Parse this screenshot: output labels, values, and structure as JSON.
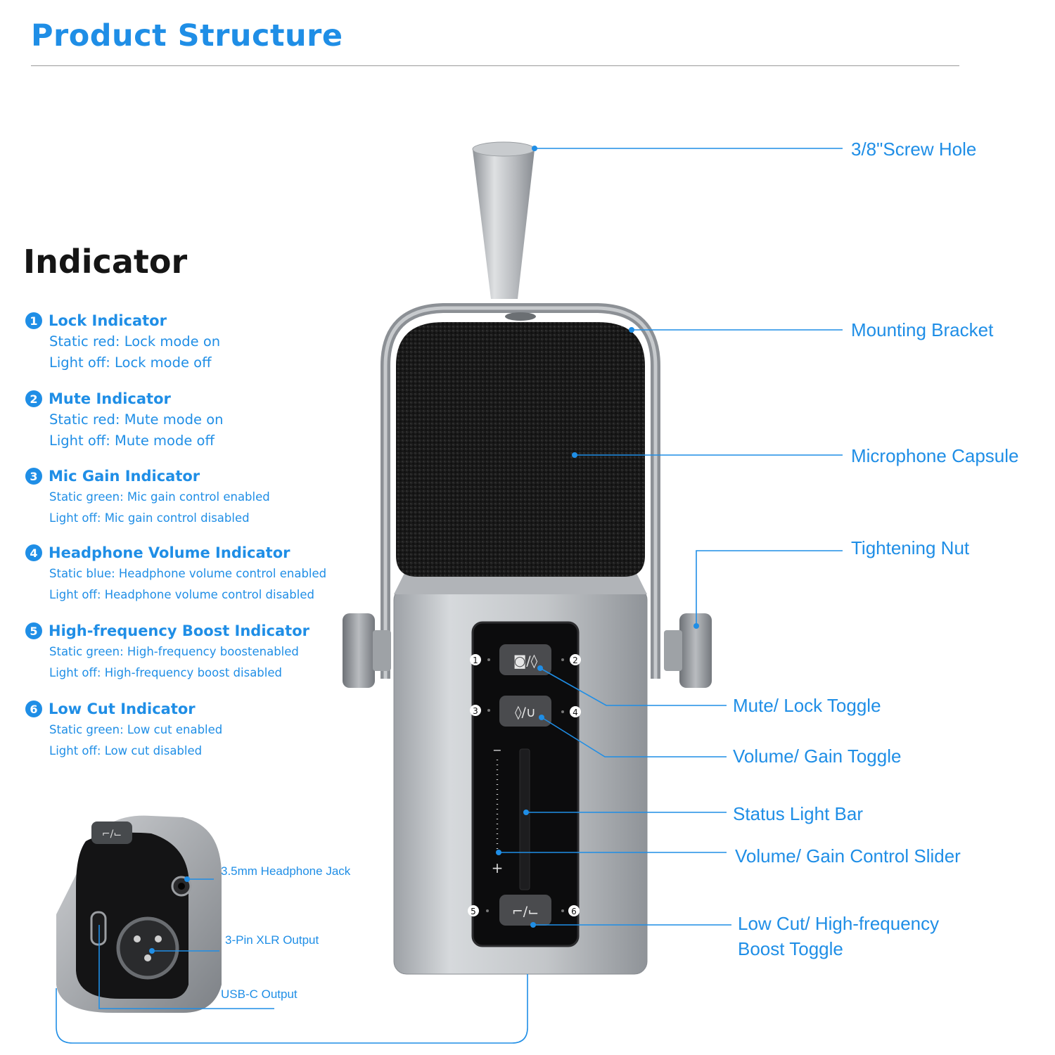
{
  "title": "Product Structure",
  "indicator": {
    "heading": "Indicator",
    "items": [
      {
        "number": "1",
        "name": "Lock Indicator",
        "lines": [
          "Static red: Lock mode on",
          "Light off: Lock mode off"
        ]
      },
      {
        "number": "2",
        "name": "Mute Indicator",
        "lines": [
          "Static red: Mute mode on",
          "Light off: Mute mode off"
        ]
      },
      {
        "number": "3",
        "name": "Mic Gain Indicator",
        "lines": [
          "Static green: Mic gain control enabled",
          "Light off: Mic gain control disabled"
        ]
      },
      {
        "number": "4",
        "name": "Headphone Volume Indicator",
        "lines": [
          "Static blue: Headphone volume control enabled",
          "Light off: Headphone volume control disabled"
        ]
      },
      {
        "number": "5",
        "name": "High-frequency Boost Indicator",
        "lines": [
          "Static green: High-frequency boostenabled",
          "Light off: High-frequency boost disabled"
        ]
      },
      {
        "number": "6",
        "name": "Low Cut Indicator",
        "lines": [
          "Static green: Low cut enabled",
          "Light off: Low cut disabled"
        ]
      }
    ]
  },
  "callouts": {
    "screw_hole": "3/8\"Screw Hole",
    "mounting_bracket": "Mounting Bracket",
    "microphone_capsule": "Microphone Capsule",
    "tightening_nut": "Tightening Nut",
    "mute_lock_toggle": "Mute/ Lock Toggle",
    "volume_gain_toggle": "Volume/ Gain Toggle",
    "status_light_bar": "Status Light Bar",
    "volume_gain_slider": "Volume/ Gain Control Slider",
    "lowcut_hf_toggle_line1": "Low Cut/ High-frequency",
    "lowcut_hf_toggle_line2": "Boost Toggle",
    "headphone_jack": "3.5mm Headphone Jack",
    "xlr_output": "3-Pin XLR Output",
    "usbc_output": "USB-C Output"
  },
  "panel": {
    "indicator_numbers": [
      "1",
      "2",
      "3",
      "4",
      "5",
      "6"
    ],
    "slider_minus": "−",
    "slider_plus": "+"
  },
  "colors": {
    "accent": "#1f8ee6",
    "heading": "#151515",
    "body": "#c3c6c9",
    "foam": "#1c1c1c"
  }
}
